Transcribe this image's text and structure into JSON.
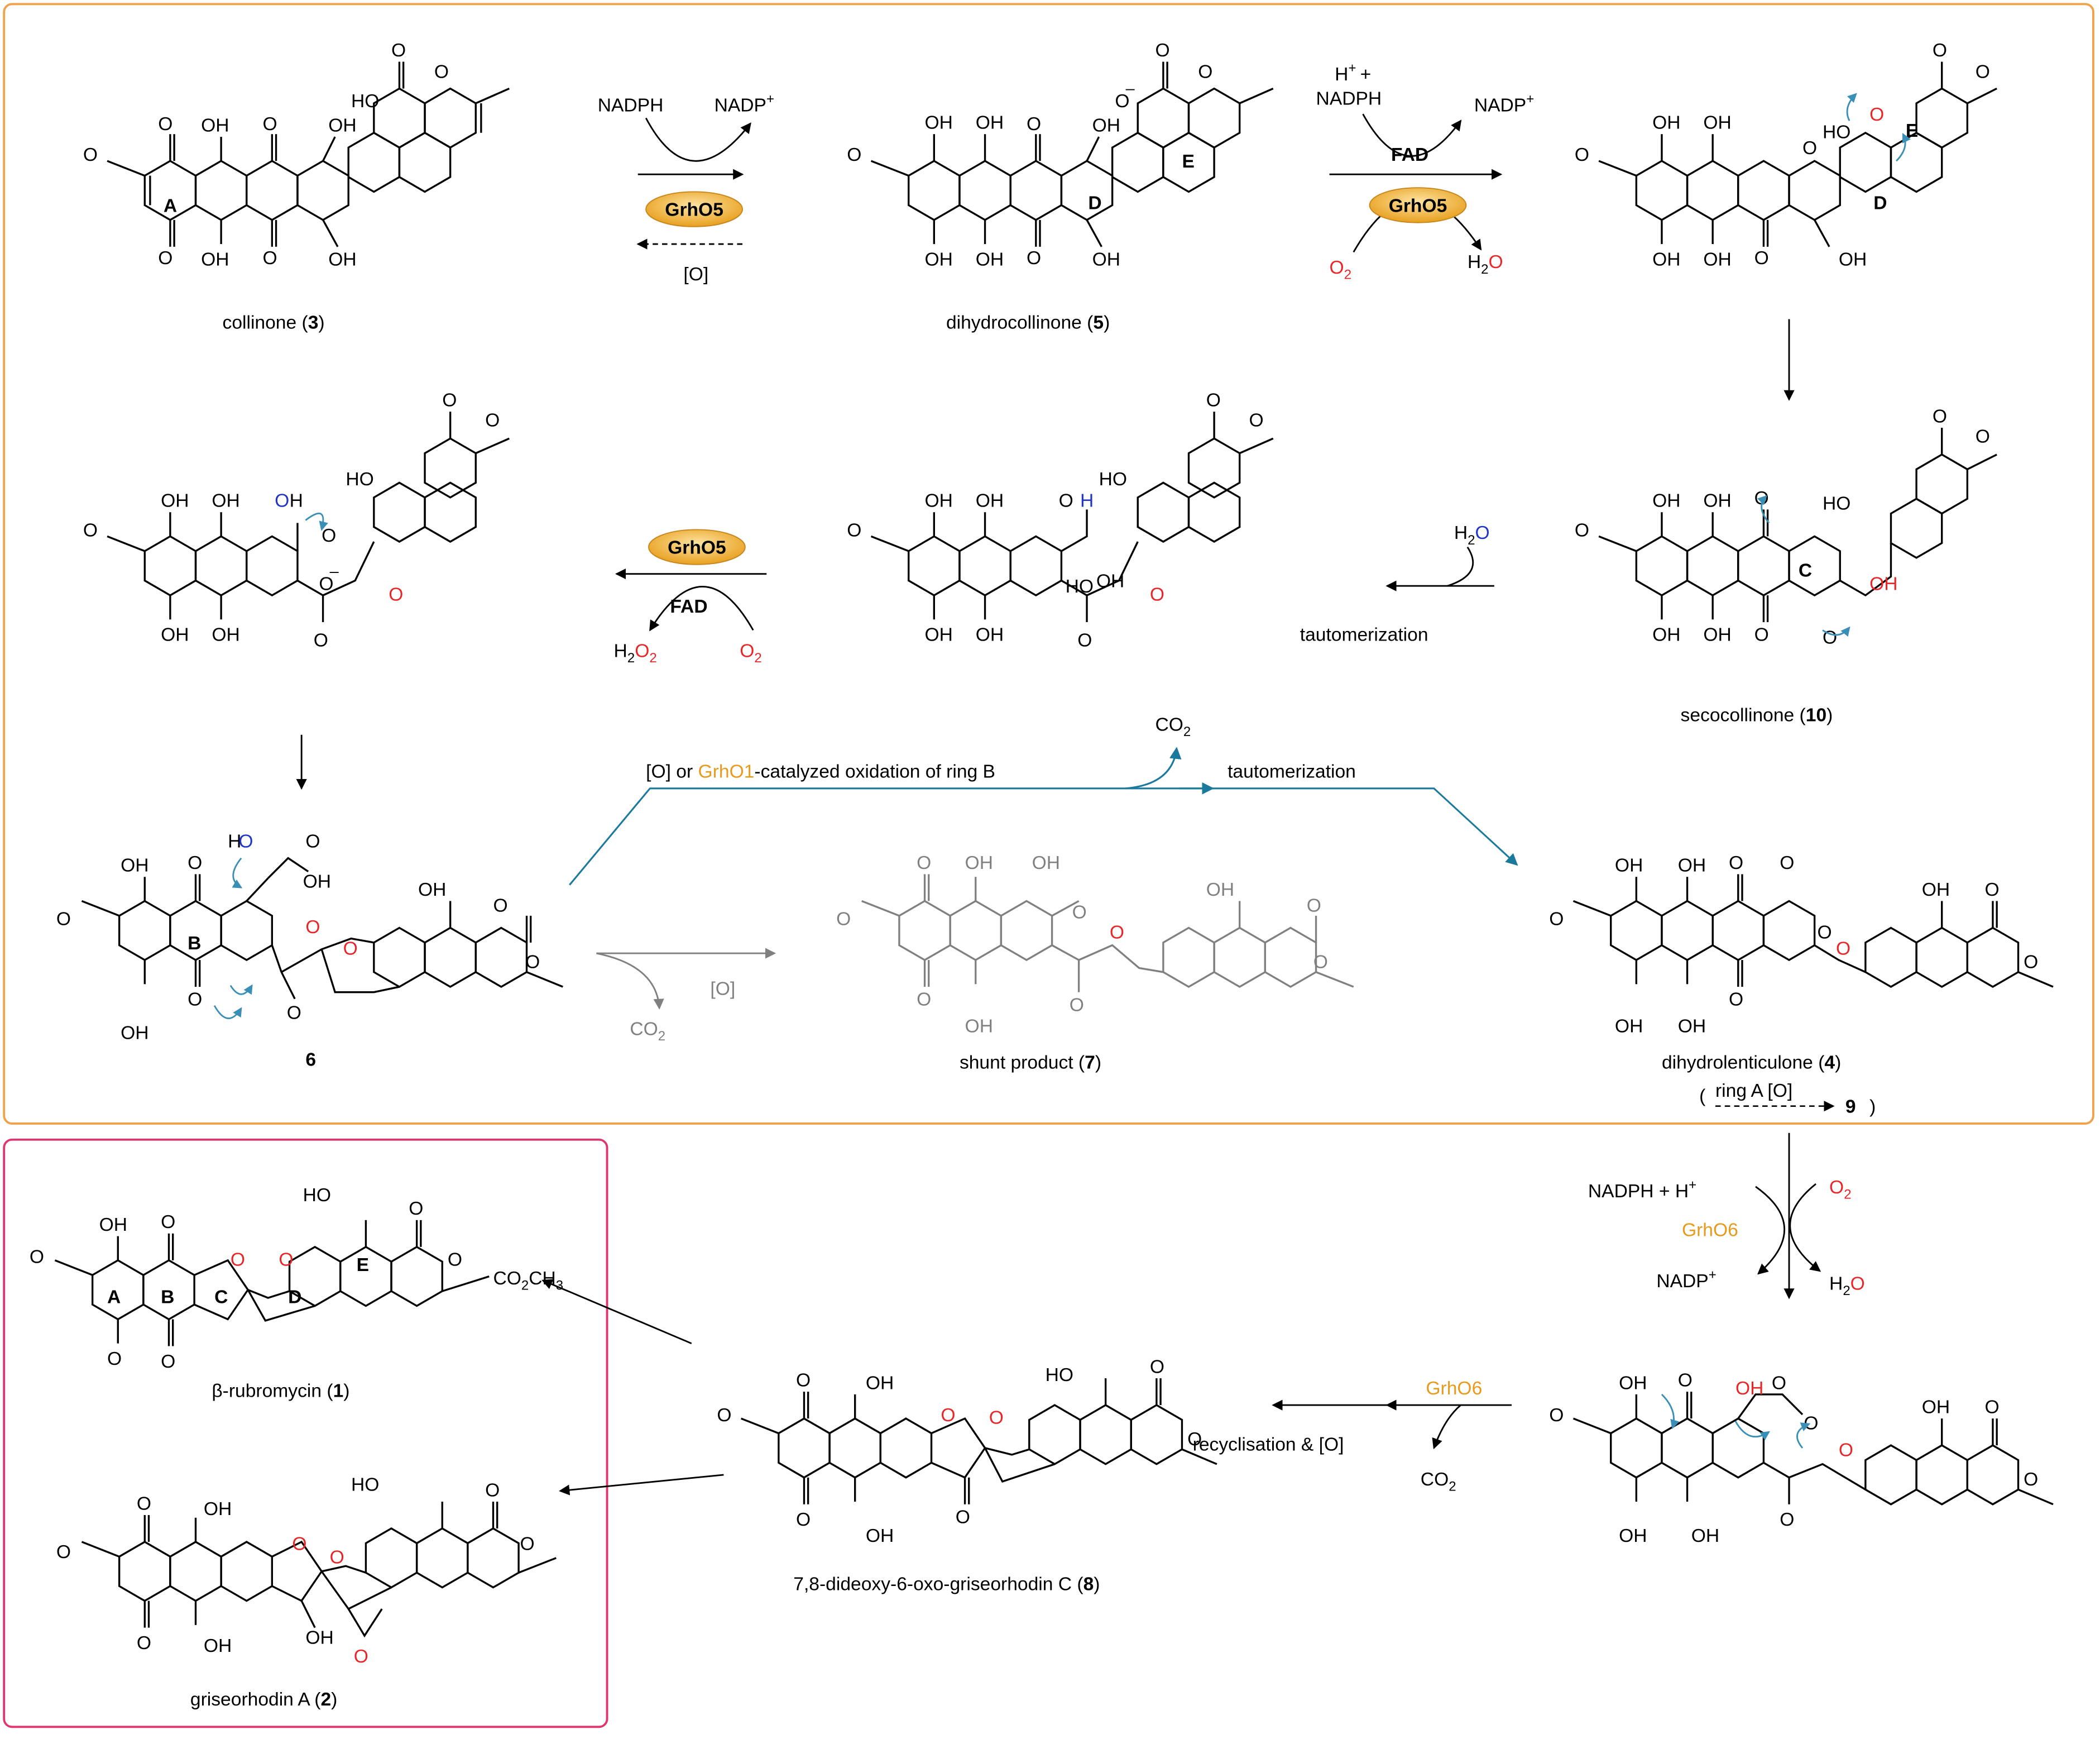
{
  "colors": {
    "bond": "#000000",
    "oxygen_red": "#e8262a",
    "oxygen_blue": "#1f35c8",
    "enzyme_orange": "#e89a1e",
    "frame_orange": "#f0a24a",
    "frame_pink": "#e0356e",
    "flow_teal": "#1b7a9c",
    "arrow_blue": "#3a8fb7",
    "grey": "#808080"
  },
  "compounds": {
    "collinone": {
      "name": "collinone (",
      "num": "3",
      "close": ")"
    },
    "dihydrocollinone": {
      "name": "dihydrocollinone (",
      "num": "5",
      "close": ")"
    },
    "secocollinone": {
      "name": "secocollinone (",
      "num": "10",
      "close": ")"
    },
    "compound6": {
      "num": "6"
    },
    "shunt": {
      "name": "shunt product (",
      "num": "7",
      "close": ")"
    },
    "dihydrolenticulone": {
      "name": "dihydrolenticulone (",
      "num": "4",
      "close": ")"
    },
    "rubromycin": {
      "name": "β-rubromycin (",
      "num": "1",
      "close": ")"
    },
    "griseorhodin": {
      "name": "griseorhodin A (",
      "num": "2",
      "close": ")"
    },
    "dideoxy": {
      "name": "7,8-dideoxy-6-oxo-griseorhodin C (",
      "num": "8",
      "close": ")"
    }
  },
  "steps": {
    "s1": {
      "cofactor_in": "NADPH",
      "cofactor_out": "NADP",
      "plus": "+",
      "enzyme": "GrhO5",
      "reverse": "[O]"
    },
    "s2": {
      "proton": "H",
      "plus": "+",
      "and": "+",
      "cofactor_in": "NADPH",
      "cofactor_out": "NADP",
      "flavin": "FAD",
      "enzyme": "GrhO5",
      "oxygen": "O",
      "oxygen_sub": "2",
      "water_h": "H",
      "water_sub": "2",
      "water_o": "O"
    },
    "s3": {
      "water_h": "H",
      "water_sub": "2",
      "water_o": "O",
      "label": "tautomerization"
    },
    "s4": {
      "enzyme": "GrhO5",
      "flavin": "FAD",
      "peroxide": "H",
      "peroxide_sub1": "2",
      "peroxide_o": "O",
      "peroxide_sub2": "2",
      "oxygen": "O",
      "oxygen_sub": "2"
    },
    "s5": {
      "prefix": "[O] or ",
      "enzyme": "GrhO1",
      "suffix": "-catalyzed oxidation of ring B",
      "co2": "CO",
      "co2_sub": "2",
      "label": "tautomerization"
    },
    "s6": {
      "co2": "CO",
      "co2_sub": "2",
      "oxid": "[O]"
    },
    "s7": {
      "open": "(",
      "ring": "ring A [O]",
      "num": "9",
      "close": ")"
    },
    "s8": {
      "cofactor_in": "NADPH + H",
      "plus": "+",
      "enzyme": "GrhO6",
      "cofactor_out": "NADP",
      "oxygen": "O",
      "oxygen_sub": "2",
      "water_h": "H",
      "water_sub": "2",
      "water_o": "O"
    },
    "s9": {
      "enzyme": "GrhO6",
      "label": "recyclisation & [O]",
      "co2": "CO",
      "co2_sub": "2"
    }
  },
  "atoms": {
    "OH": "OH",
    "O": "O",
    "HO": "HO",
    "Ominus": "O",
    "minus": "–",
    "H": "H",
    "A": "A",
    "B": "B",
    "C": "C",
    "D": "D",
    "E": "E",
    "ester": "CO",
    "ester_sub": "2",
    "ester_ch": "CH",
    "ester_sub3": "3"
  }
}
